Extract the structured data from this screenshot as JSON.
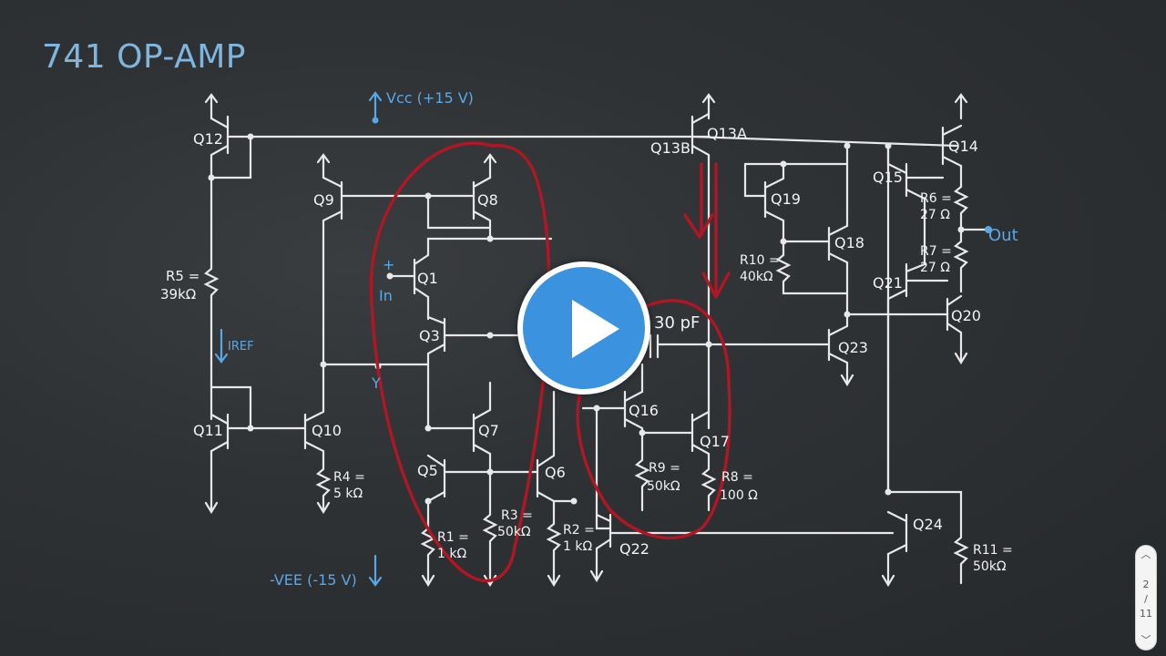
{
  "slide": {
    "title": "741 OP-AMP"
  },
  "labels": {
    "vcc": "Vcc (+15 V)",
    "vee": "-VEE (-15 V)",
    "in_plus": "+",
    "in": "In",
    "out": "Out",
    "iref": "IREF",
    "y": "Y",
    "cap": "30 pF",
    "q1": "Q1",
    "q3": "Q3",
    "q5": "Q5",
    "q6": "Q6",
    "q7": "Q7",
    "q8": "Q8",
    "q9": "Q9",
    "q10": "Q10",
    "q11": "Q11",
    "q12": "Q12",
    "q13a": "Q13A",
    "q13b": "Q13B",
    "q14": "Q14",
    "q15": "Q15",
    "q16": "Q16",
    "q17": "Q17",
    "q18": "Q18",
    "q19": "Q19",
    "q20": "Q20",
    "q21": "Q21",
    "q22": "Q22",
    "q23": "Q23",
    "q24": "Q24",
    "r1a": "R1 =",
    "r1b": "1 kΩ",
    "r2a": "R2 =",
    "r2b": "1 kΩ",
    "r3a": "R3 =",
    "r3b": "50kΩ",
    "r4a": "R4 =",
    "r4b": "5 kΩ",
    "r5a": "R5 =",
    "r5b": "39kΩ",
    "r6a": "R6 =",
    "r6b": "27 Ω",
    "r7a": "R7 =",
    "r7b": "27 Ω",
    "r8a": "R8 =",
    "r8b": "100 Ω",
    "r9a": "R9 =",
    "r9b": "50kΩ",
    "r10a": "R10 =",
    "r10b": "40kΩ",
    "r11a": "R11 =",
    "r11b": "50kΩ"
  },
  "pager": {
    "up": "︿",
    "current": "2",
    "separator": "/",
    "total": "11",
    "down": "﹀"
  },
  "colors": {
    "chalk_blue": "#58a8e8",
    "chalk_red": "#b01623",
    "play_button": "#3b93e0"
  }
}
